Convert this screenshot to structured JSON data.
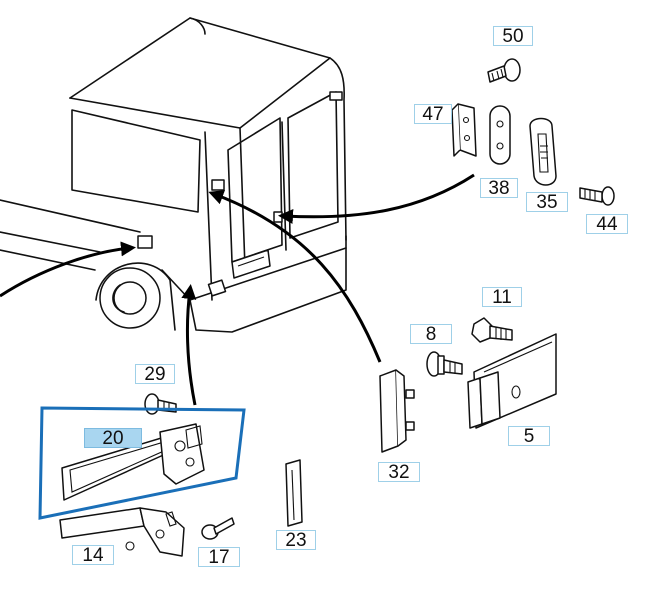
{
  "diagram": {
    "selected_part": "20",
    "highlight_color": "#1a6fb8",
    "callout_fill_selected": "#a9d6f0",
    "callouts": [
      {
        "id": "50",
        "label": "50"
      },
      {
        "id": "47",
        "label": "47"
      },
      {
        "id": "38",
        "label": "38"
      },
      {
        "id": "35",
        "label": "35"
      },
      {
        "id": "44",
        "label": "44"
      },
      {
        "id": "11",
        "label": "11"
      },
      {
        "id": "8",
        "label": "8"
      },
      {
        "id": "29",
        "label": "29"
      },
      {
        "id": "20",
        "label": "20"
      },
      {
        "id": "32",
        "label": "32"
      },
      {
        "id": "5",
        "label": "5"
      },
      {
        "id": "23",
        "label": "23"
      },
      {
        "id": "14",
        "label": "14"
      },
      {
        "id": "17",
        "label": "17"
      }
    ]
  }
}
